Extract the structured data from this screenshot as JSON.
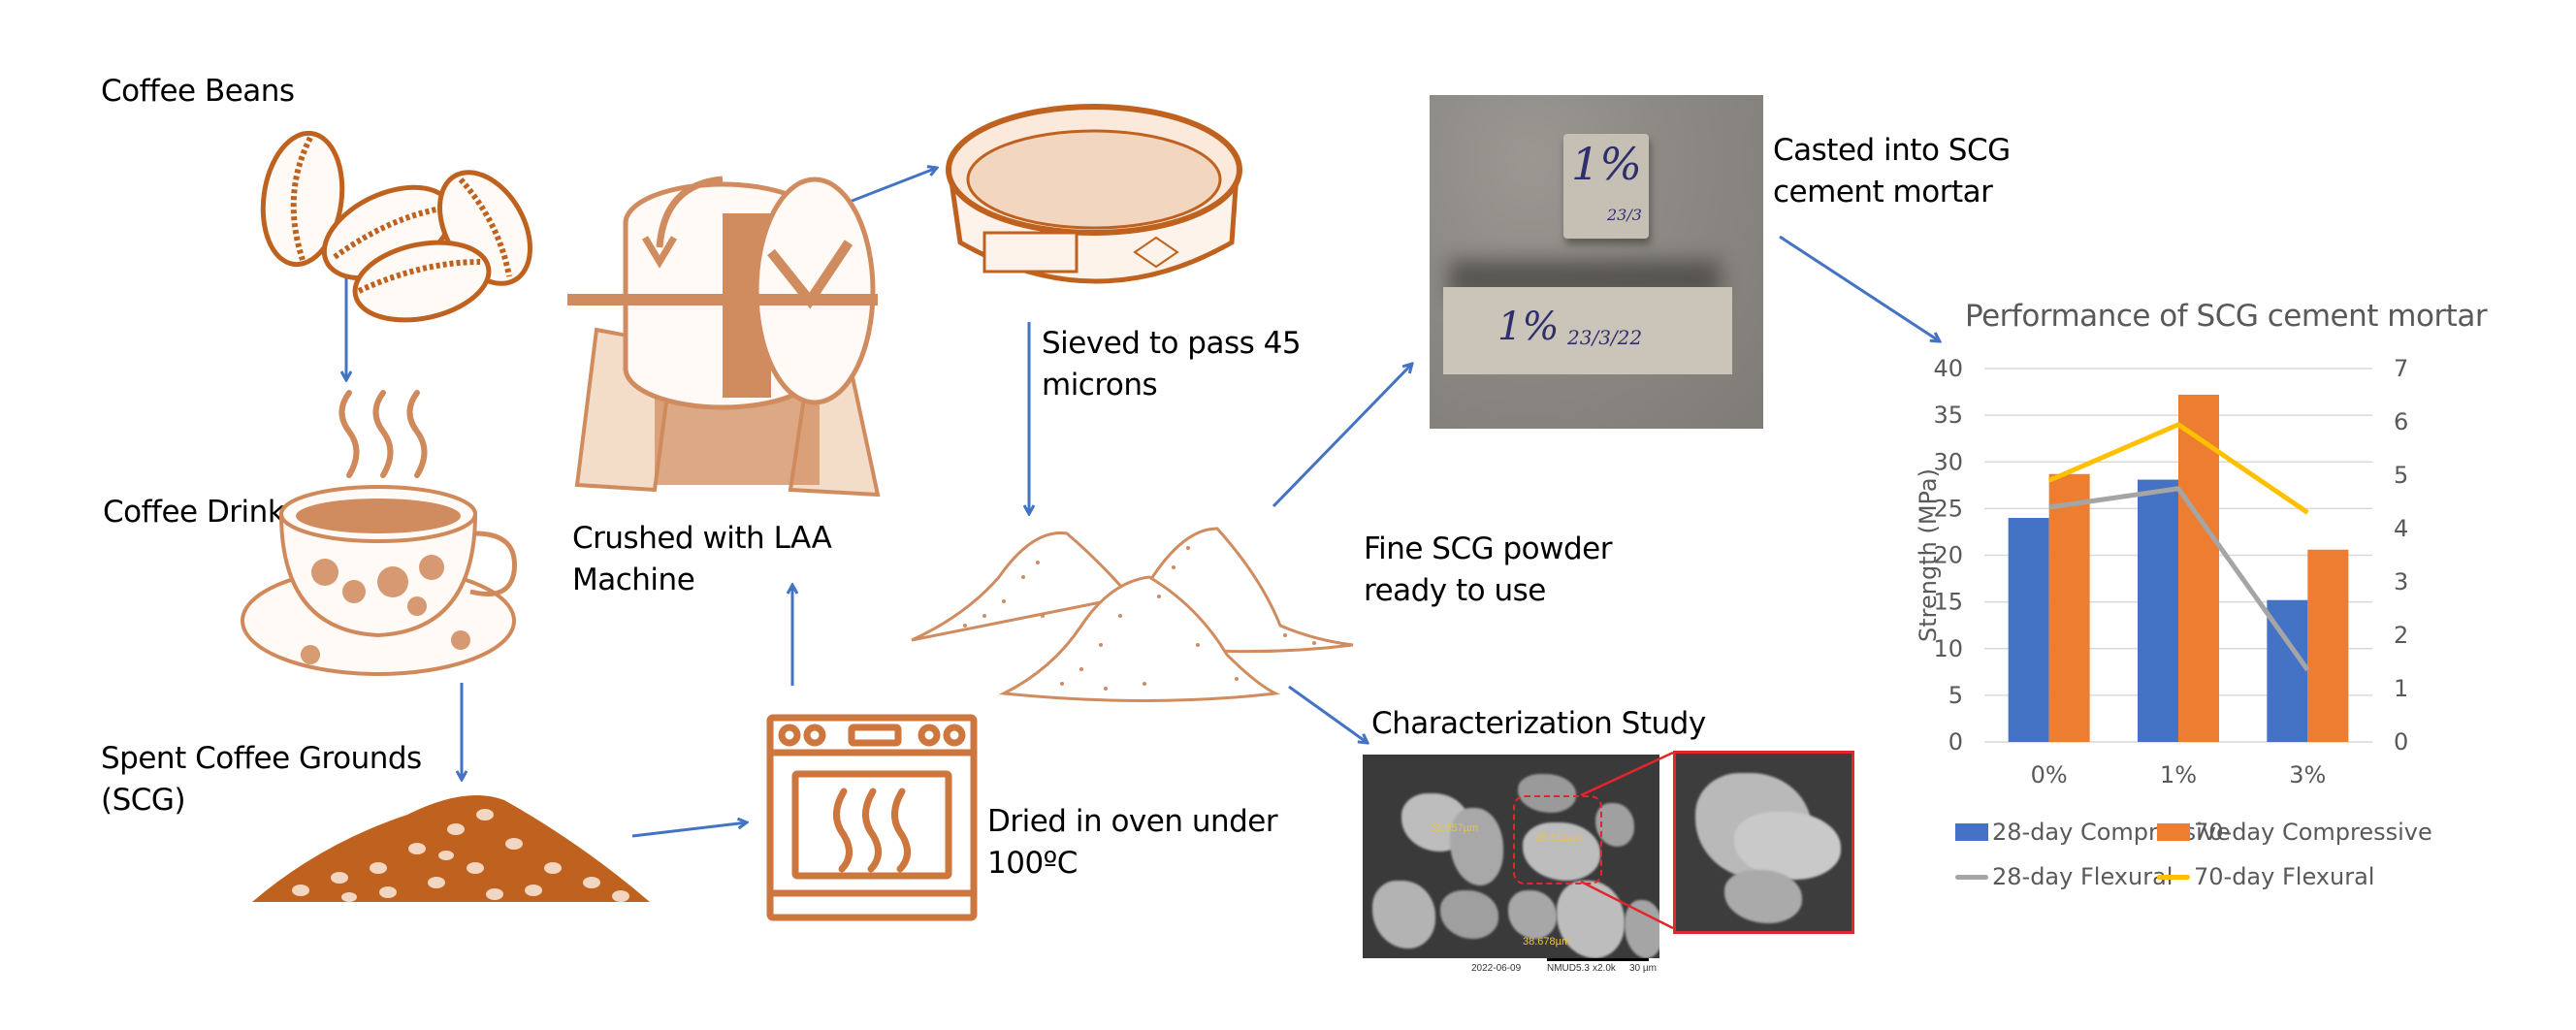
{
  "steps": {
    "coffee_beans": "Coffee Beans",
    "coffee_drink": "Coffee Drink",
    "spent_grounds_line1": "Spent Coffee Grounds",
    "spent_grounds_line2": "(SCG)",
    "crushed_line1": "Crushed with LAA",
    "crushed_line2": "Machine",
    "sieved_line1": "Sieved to pass 45",
    "sieved_line2": "microns",
    "dried_line1": "Dried in oven under",
    "dried_line2": "100ºC",
    "fine_powder_line1": "Fine SCG powder",
    "fine_powder_line2": "ready to use",
    "casted_line1": "Casted into SCG",
    "casted_line2": "cement mortar",
    "characterization": "Characterization Study"
  },
  "photo": {
    "cube_label": "1%",
    "cube_date": "23/3",
    "prism_label": "1%",
    "prism_date": "23/3/22"
  },
  "sem": {
    "measurements": [
      "32.957µm",
      "28.512µm",
      "38.678µm"
    ],
    "date": "2022-06-09",
    "instrument": "NMUD5.3",
    "magnification": "x2.0k",
    "scale": "30 µm"
  },
  "colors": {
    "arrow": "#4472c4",
    "illustration": "#c8733a",
    "bar_28": "#4472c4",
    "bar_70": "#ed7d31",
    "line_28": "#a5a5a5",
    "line_70": "#ffc000",
    "zoom_box": "#e3262b"
  },
  "chart_data": {
    "type": "bar",
    "title": "Performance of SCG cement mortar",
    "ylabel": "Strength (MPa)",
    "xlabel": "",
    "categories": [
      "0%",
      "1%",
      "3%"
    ],
    "ylim": [
      0,
      40
    ],
    "y_ticks": [
      0,
      5,
      10,
      15,
      20,
      25,
      30,
      35,
      40
    ],
    "y2lim": [
      0,
      7
    ],
    "y2_ticks": [
      0,
      1,
      2,
      3,
      4,
      5,
      6,
      7
    ],
    "grid": true,
    "legend_position": "bottom",
    "series": [
      {
        "name": "28-day Compressive",
        "kind": "bar",
        "axis": "left",
        "values": [
          24.0,
          28.1,
          15.2
        ]
      },
      {
        "name": "70-day Compressive",
        "kind": "bar",
        "axis": "left",
        "values": [
          28.7,
          37.2,
          20.6
        ]
      },
      {
        "name": "28-day Flexural",
        "kind": "line",
        "axis": "right",
        "values": [
          4.4,
          4.75,
          1.35
        ]
      },
      {
        "name": "70-day Flexural",
        "kind": "line",
        "axis": "right",
        "values": [
          4.9,
          5.95,
          4.3
        ]
      }
    ]
  }
}
